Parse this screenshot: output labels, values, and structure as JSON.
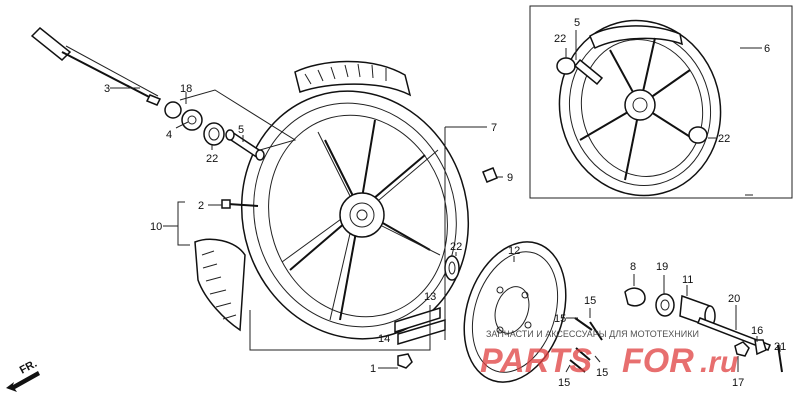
{
  "diagram": {
    "labels": [
      {
        "text": "3"
      },
      {
        "text": "18"
      },
      {
        "text": "4"
      },
      {
        "text": "22"
      },
      {
        "text": "5"
      },
      {
        "text": "7"
      },
      {
        "text": "9"
      },
      {
        "text": "2"
      },
      {
        "text": "10"
      },
      {
        "text": "22"
      },
      {
        "text": "12"
      },
      {
        "text": "13"
      },
      {
        "text": "14"
      },
      {
        "text": "1"
      },
      {
        "text": "8"
      },
      {
        "text": "19"
      },
      {
        "text": "11"
      },
      {
        "text": "20"
      },
      {
        "text": "15"
      },
      {
        "text": "15"
      },
      {
        "text": "15"
      },
      {
        "text": "15"
      },
      {
        "text": "16"
      },
      {
        "text": "17"
      },
      {
        "text": "21"
      },
      {
        "text": "22"
      },
      {
        "text": "5"
      },
      {
        "text": "6"
      },
      {
        "text": "22"
      }
    ],
    "direction_label": "FR.",
    "watermark": {
      "tagline": "ЗАПЧАСТИ И АКСЕССУАРЫ ДЛЯ МОТОТЕХНИКИ",
      "brand_left": "PARTS",
      "brand_right": "FOR",
      "brand_suffix": ".ru"
    },
    "colors": {
      "line": "#111111",
      "watermark": "#e04040",
      "background": "#ffffff"
    }
  }
}
